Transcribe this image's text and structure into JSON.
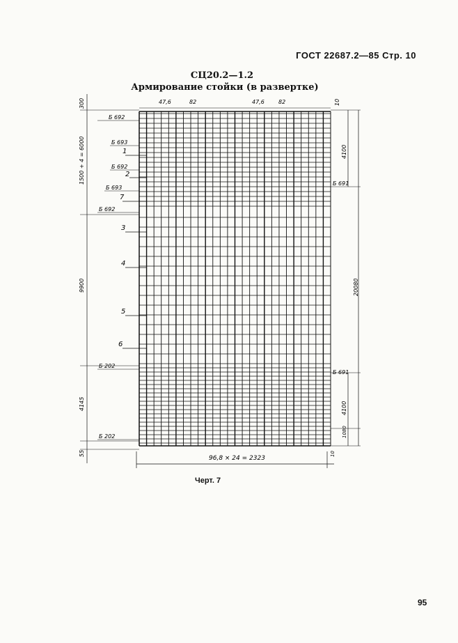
{
  "header": {
    "text": "ГОСТ 22687.2—85 Стр. 10"
  },
  "title": {
    "line1": "СЦ20.2—1.2",
    "line2": "Армирование стойки (в развертке)"
  },
  "caption": "Черт. 7",
  "page_number": "95",
  "drawing": {
    "top_dims": [
      "47,6",
      "82",
      "47,6",
      "82",
      "10"
    ],
    "left_dims": [
      "300",
      "1500 + 4 = 6000",
      "9900",
      "4145",
      "55"
    ],
    "right_dims": [
      "4100",
      "20080",
      "4100",
      "1080"
    ],
    "bottom_dim": "96,8 × 24 = 2323",
    "bottom_right_dim": "10",
    "mesh_labels": [
      "Б 692",
      "Б 693",
      "Б 692",
      "Б 693",
      "Б 692",
      "Б 202",
      "Б 202"
    ],
    "right_mesh_labels": [
      "Б 691",
      "Б 691"
    ],
    "position_numbers": [
      "1",
      "2",
      "7",
      "3",
      "4",
      "5",
      "6"
    ]
  }
}
